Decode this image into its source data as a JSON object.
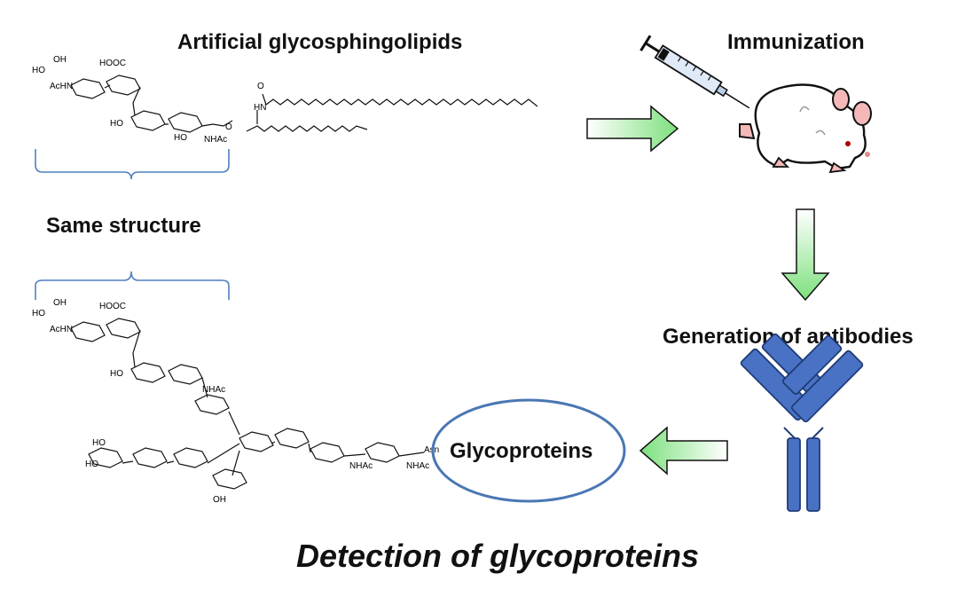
{
  "labels": {
    "artificial_gsl": "Artificial glycosphingolipids",
    "immunization": "Immunization",
    "same_structure": "Same structure",
    "generation": "Generation of antibodies",
    "glycoproteins": "Glycoproteins",
    "detection": "Detection of glycoproteins"
  },
  "chem_labels": {
    "ho": "HO",
    "oh": "OH",
    "hooc": "HOOC",
    "achn": "AcHN",
    "nhac": "NHAc",
    "hn": "HN",
    "o": "O",
    "asn": "Asn"
  },
  "colors": {
    "bracket": "#4f7fc0",
    "arrow_fill_light": "#ffffff",
    "arrow_fill_green": "#7de07d",
    "antibody_fill": "#4a72c4",
    "antibody_stroke": "#1f3c78",
    "ellipse_stroke": "#4a77b4",
    "ink": "#111111"
  },
  "icons": {
    "syringe": "syringe-icon",
    "mouse": "mouse-icon",
    "antibody": "antibody-icon"
  }
}
